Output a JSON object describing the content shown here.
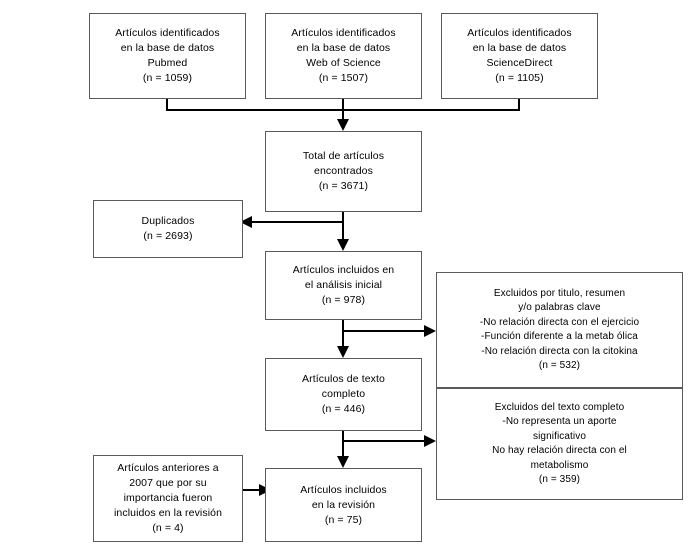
{
  "diagram": {
    "type": "prisma-flow-diagram",
    "language": "es",
    "background_color": "#ffffff",
    "box_border_color": "#5a5a5a",
    "connector_color": "#000000",
    "text_color": "#000000"
  },
  "nodes": {
    "source_pubmed": {
      "text": "Artículos identificados\nen la base de datos\nPubmed\n(n = 1059)",
      "label": "Pubmed",
      "count": 1059
    },
    "source_wos": {
      "text": "Artículos identificados\nen la base de datos\nWeb of Science\n(n = 1507)",
      "label": "Web of Science",
      "count": 1507
    },
    "source_sciencedirect": {
      "text": "Artículos identificados\nen la base de datos\nScienceDirect\n(n = 1105)",
      "label": "ScienceDirect",
      "count": 1105
    },
    "total_found": {
      "text": "Total de artículos\nencontrados\n(n = 3671)",
      "label": "Total de artículos encontrados",
      "count": 3671
    },
    "duplicates": {
      "text": "Duplicados\n(n = 2693)",
      "label": "Duplicados",
      "count": 2693
    },
    "initial_analysis": {
      "text": "Artículos incluidos en\nel análisis inicial\n(n = 978)",
      "label": "Artículos incluidos en el análisis inicial",
      "count": 978
    },
    "excluded_title_abstract": {
      "text": "Excluidos por titulo, resumen\ny/o palabras clave\n-No relación directa con el ejercicio\n-Función diferente a la metab ólica\n-No relación directa con la citokina\n(n = 532)",
      "label": "Excluidos por título, resumen y/o palabras clave",
      "count": 532
    },
    "full_text": {
      "text": "Artículos de texto\ncompleto\n(n = 446)",
      "label": "Artículos de texto completo",
      "count": 446
    },
    "excluded_full_text": {
      "text": "Excluidos del texto completo\n-No representa un aporte\nsignificativo\nNo hay relación directa con el\nmetabolismo\n(n = 359)",
      "label": "Excluidos del texto completo",
      "count": 359
    },
    "pre2007_included": {
      "text": "Artículos anteriores a\n2007 que por su\nimportancia fueron\nincluidos en la revisión\n(n = 4)",
      "label": "Artículos anteriores a 2007 incluidos por importancia",
      "count": 4
    },
    "final_included": {
      "text": "Artículos incluidos\nen la revisión\n(n = 75)",
      "label": "Artículos incluidos en la revisión",
      "count": 75
    }
  },
  "flow": [
    {
      "from": "source_pubmed",
      "to": "total_found"
    },
    {
      "from": "source_wos",
      "to": "total_found"
    },
    {
      "from": "source_sciencedirect",
      "to": "total_found"
    },
    {
      "from": "total_found",
      "to": "duplicates"
    },
    {
      "from": "total_found",
      "to": "initial_analysis"
    },
    {
      "from": "initial_analysis",
      "to": "excluded_title_abstract"
    },
    {
      "from": "initial_analysis",
      "to": "full_text"
    },
    {
      "from": "full_text",
      "to": "excluded_full_text"
    },
    {
      "from": "full_text",
      "to": "final_included"
    },
    {
      "from": "pre2007_included",
      "to": "final_included"
    }
  ]
}
